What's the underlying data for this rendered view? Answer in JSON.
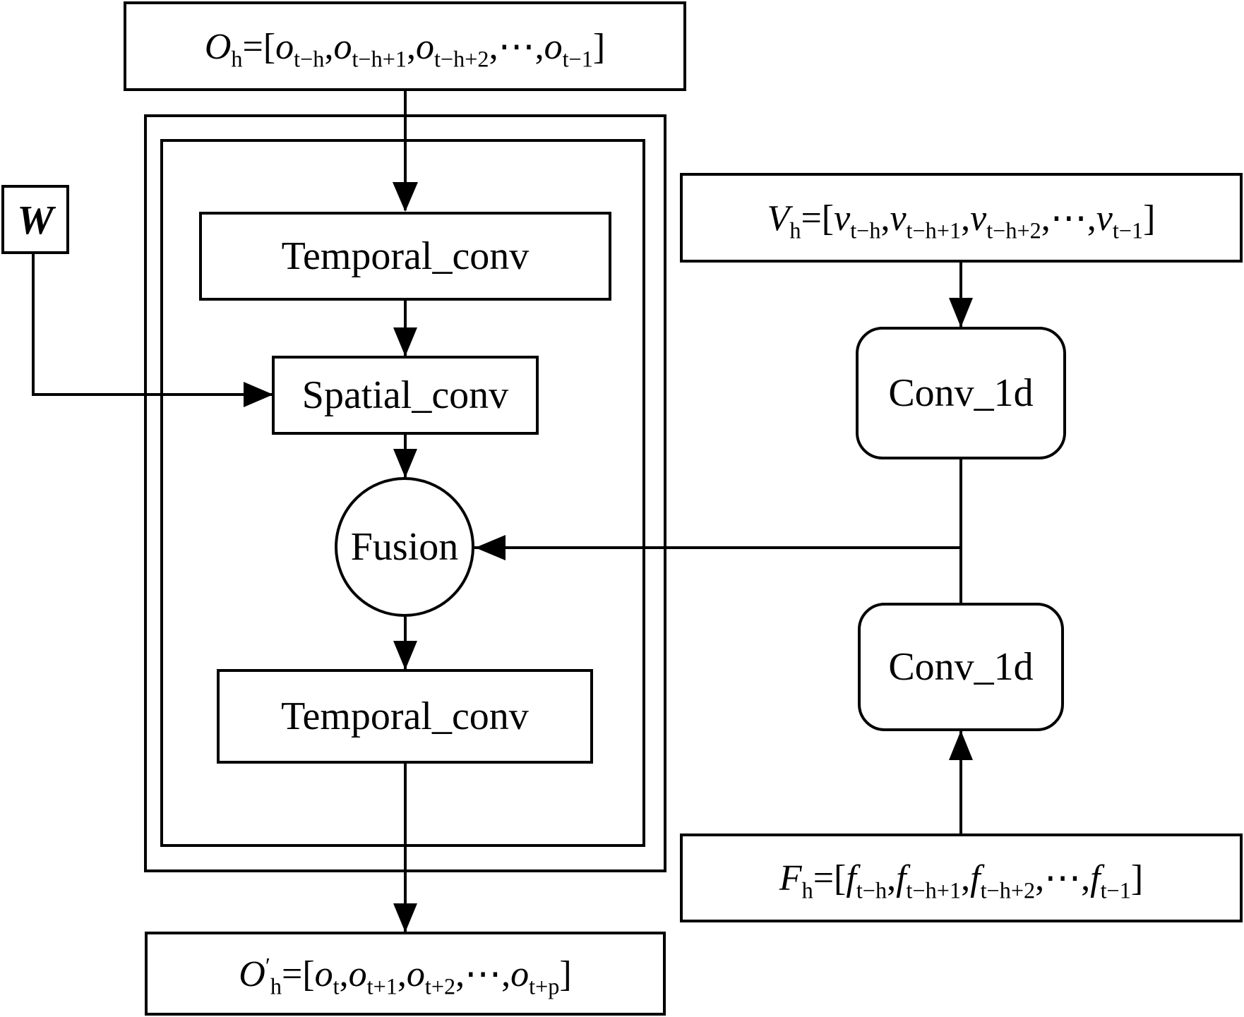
{
  "diagram": {
    "input_o": {
      "symbol": "O",
      "sub": "h",
      "eq": "=[",
      "close": "]",
      "sep": ",",
      "terms": [
        {
          "base": "o",
          "sub": "t−h"
        },
        {
          "base": "o",
          "sub": "t−h+1"
        },
        {
          "base": "o",
          "sub": "t−h+2"
        },
        {
          "base": "⋯",
          "sub": ""
        },
        {
          "base": "o",
          "sub": "t−1"
        }
      ]
    },
    "input_v": {
      "symbol": "V",
      "sub": "h",
      "eq": "=[",
      "close": "]",
      "sep": ",",
      "terms": [
        {
          "base": "v",
          "sub": "t−h"
        },
        {
          "base": "v",
          "sub": "t−h+1"
        },
        {
          "base": "v",
          "sub": "t−h+2"
        },
        {
          "base": "⋯",
          "sub": ""
        },
        {
          "base": "v",
          "sub": "t−1"
        }
      ]
    },
    "input_f": {
      "symbol": "F",
      "sub": "h",
      "eq": "=[",
      "close": "]",
      "sep": ",",
      "terms": [
        {
          "base": "f",
          "sub": "t−h"
        },
        {
          "base": "f",
          "sub": "t−h+1"
        },
        {
          "base": "f",
          "sub": "t−h+2"
        },
        {
          "base": "⋯",
          "sub": ""
        },
        {
          "base": "f",
          "sub": "t−1"
        }
      ]
    },
    "output_o": {
      "symbol": "O",
      "sub": "h",
      "sup": "′",
      "eq": "=[",
      "close": "]",
      "sep": ",",
      "terms": [
        {
          "base": "o",
          "sub": "t"
        },
        {
          "base": "o",
          "sub": "t+1"
        },
        {
          "base": "o",
          "sub": "t+2"
        },
        {
          "base": "⋯",
          "sub": ""
        },
        {
          "base": "o",
          "sub": "t+p"
        }
      ]
    },
    "w_label": "W",
    "temporal_conv_1": "Temporal_conv",
    "spatial_conv": "Spatial_conv",
    "fusion": "Fusion",
    "temporal_conv_2": "Temporal_conv",
    "conv_1d_top": "Conv_1d",
    "conv_1d_bottom": "Conv_1d"
  }
}
